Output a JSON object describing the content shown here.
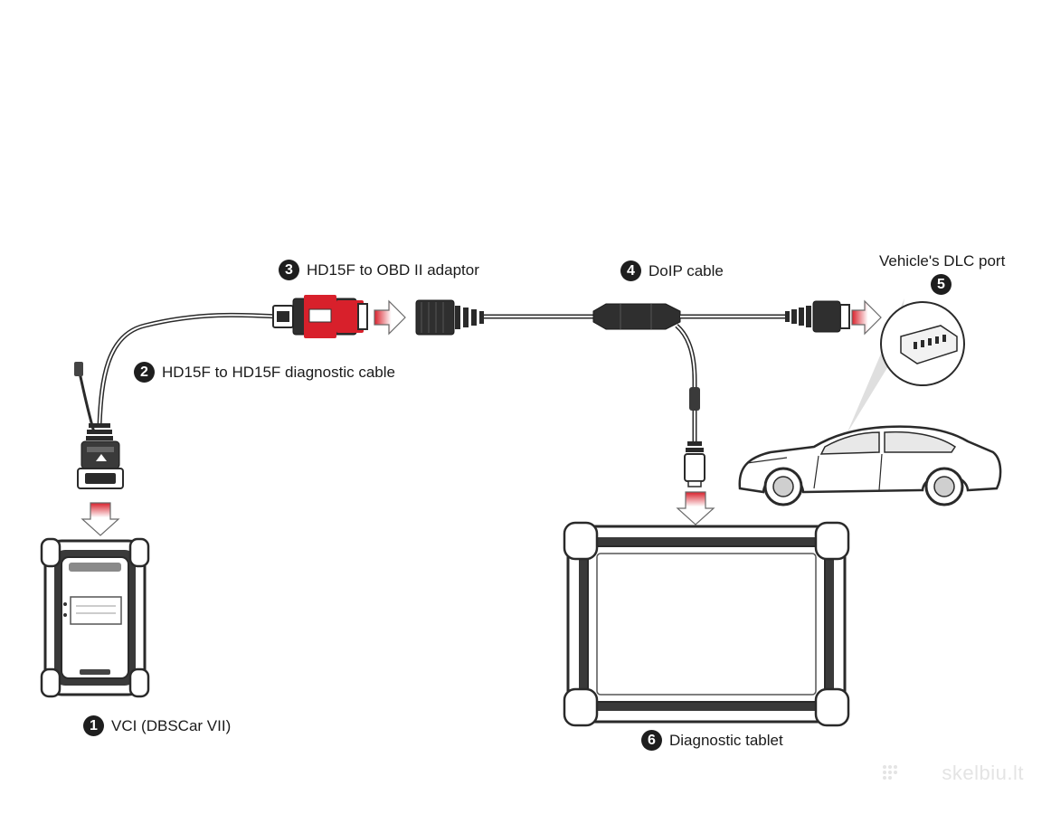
{
  "labels": {
    "vci": {
      "number": "1",
      "text": "VCI (DBSCar VII)"
    },
    "diag_cable": {
      "number": "2",
      "text": "HD15F to HD15F diagnostic cable"
    },
    "obd_adaptor": {
      "number": "3",
      "text": "HD15F to OBD II adaptor"
    },
    "doip_cable": {
      "number": "4",
      "text": "DoIP cable"
    },
    "dlc_port": {
      "number": "5",
      "text": "Vehicle's DLC port"
    },
    "tablet": {
      "number": "6",
      "text": "Diagnostic tablet"
    }
  },
  "watermark": "skelbiu.lt",
  "colors": {
    "accent_red": "#d8202b",
    "outline": "#2a2a2a",
    "device_gray": "#3a3a3a",
    "arrow_red": "#e23a3a"
  },
  "icons": [
    "arrow-down-icon",
    "arrow-right-icon"
  ]
}
